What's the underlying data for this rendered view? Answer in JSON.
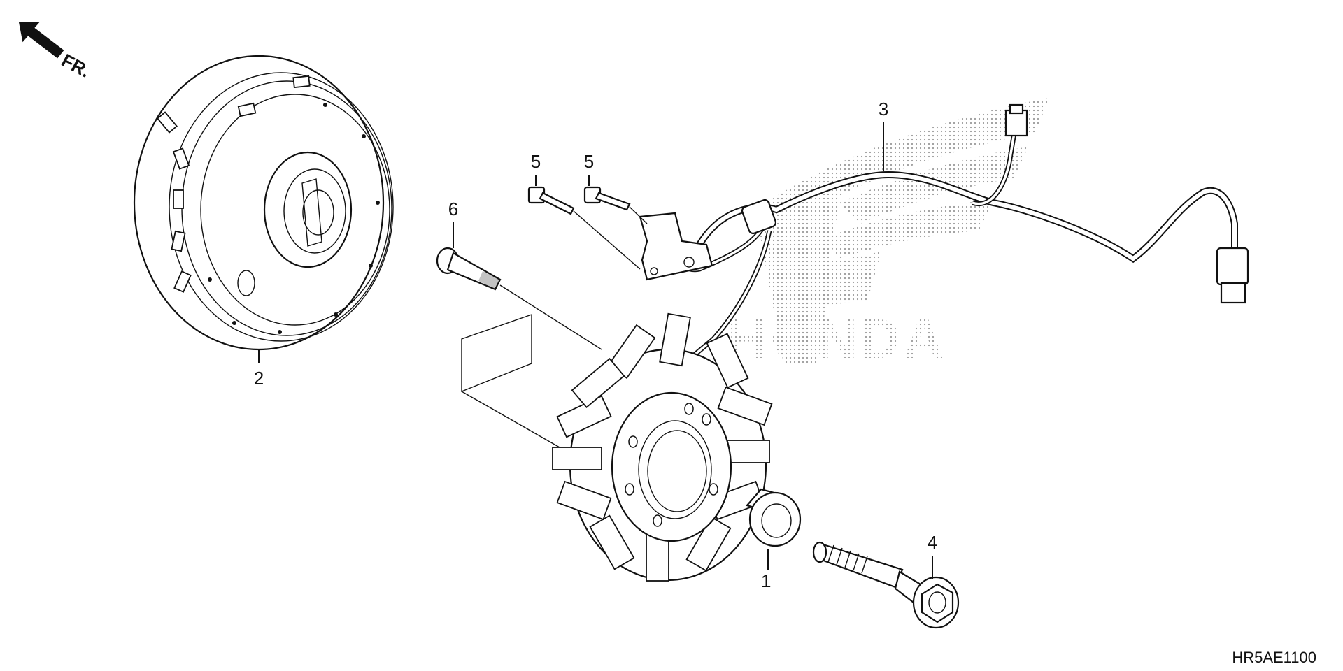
{
  "diagram": {
    "direction_label": "FR.",
    "watermark_text": "HONDA",
    "diagram_code": "HR5AE1100",
    "callouts": [
      {
        "id": "1",
        "label": "1",
        "part": "collar"
      },
      {
        "id": "2",
        "label": "2",
        "part": "flywheel"
      },
      {
        "id": "3",
        "label": "3",
        "part": "wire-harness"
      },
      {
        "id": "4",
        "label": "4",
        "part": "flange-bolt"
      },
      {
        "id": "5a",
        "label": "5",
        "part": "screw"
      },
      {
        "id": "5b",
        "label": "5",
        "part": "screw"
      },
      {
        "id": "6",
        "label": "6",
        "part": "stator-bolt"
      }
    ]
  }
}
